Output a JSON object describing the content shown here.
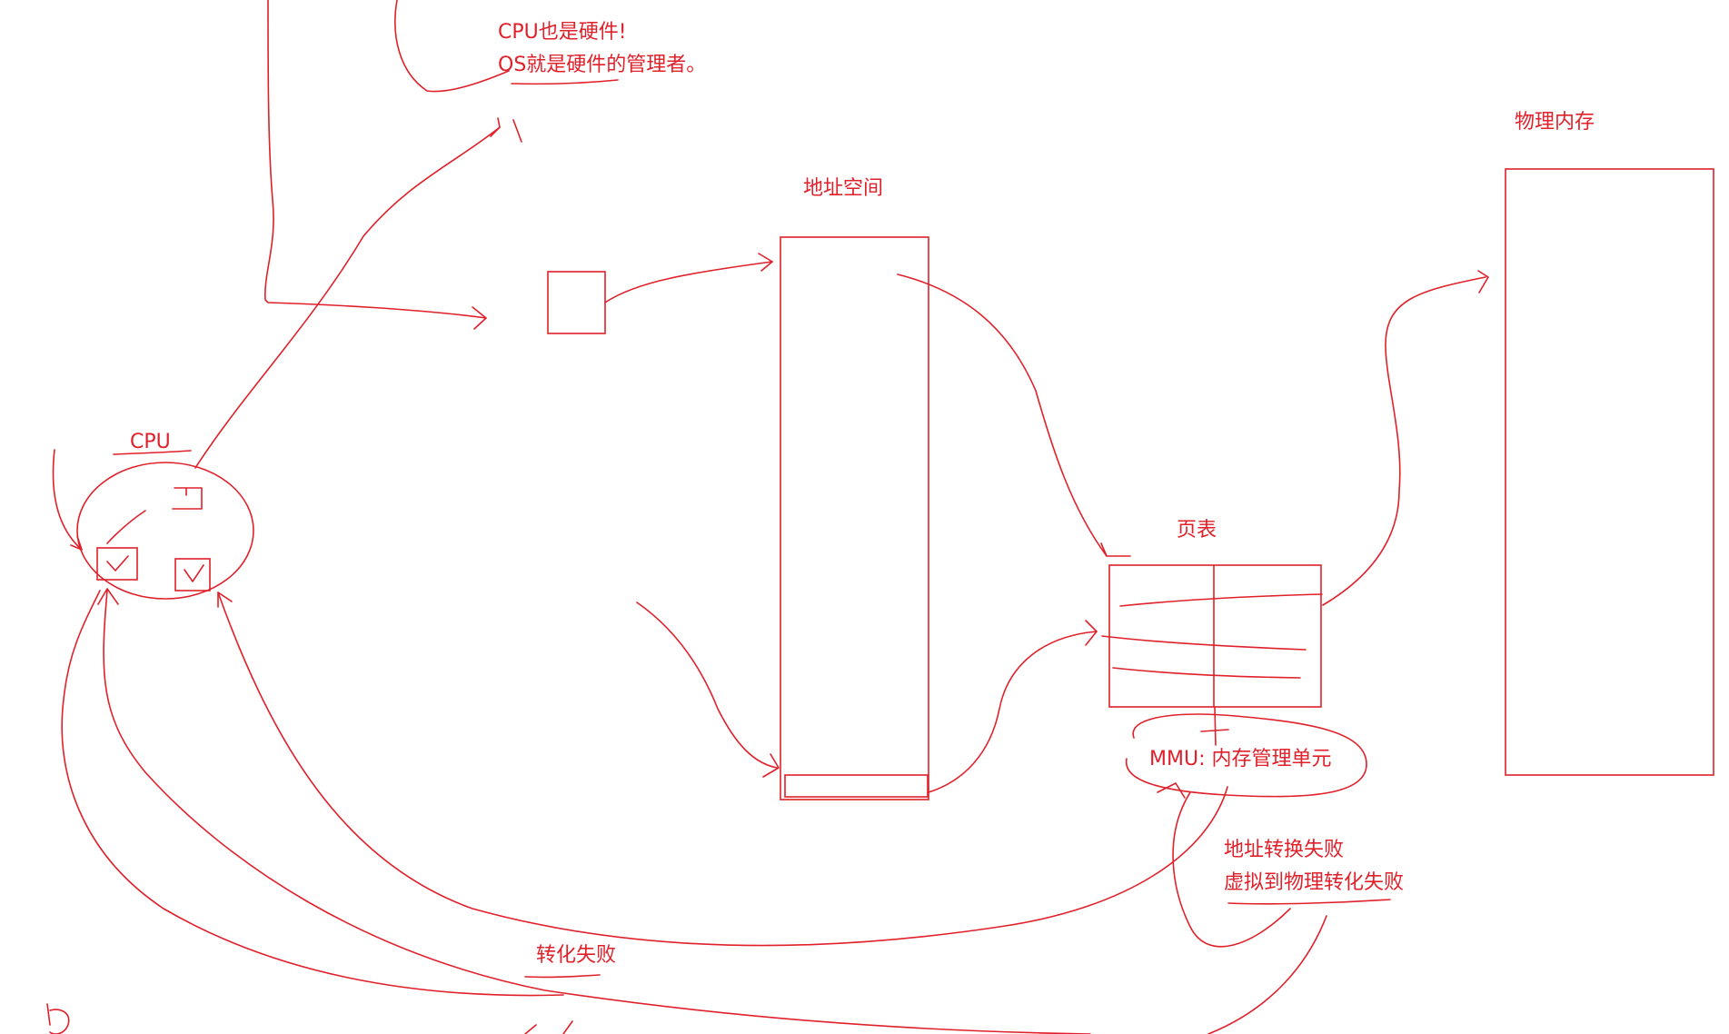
{
  "diagram": {
    "ink_color": "#e0202a",
    "background": "#ffffff",
    "labels": {
      "cpu_hardware": "CPU也是硬件!",
      "os_manager": "OS就是硬件的管理者。",
      "address_space": "地址空间",
      "physical_memory": "物理内存",
      "cpu": "CPU",
      "page_table": "页表",
      "mmu": "MMU:  内存管理单元",
      "address_translation_failed": "地址转换失败",
      "virtual_to_physical_failed": "虚拟到物理转化失败",
      "conversion_failed": "转化失败"
    }
  }
}
